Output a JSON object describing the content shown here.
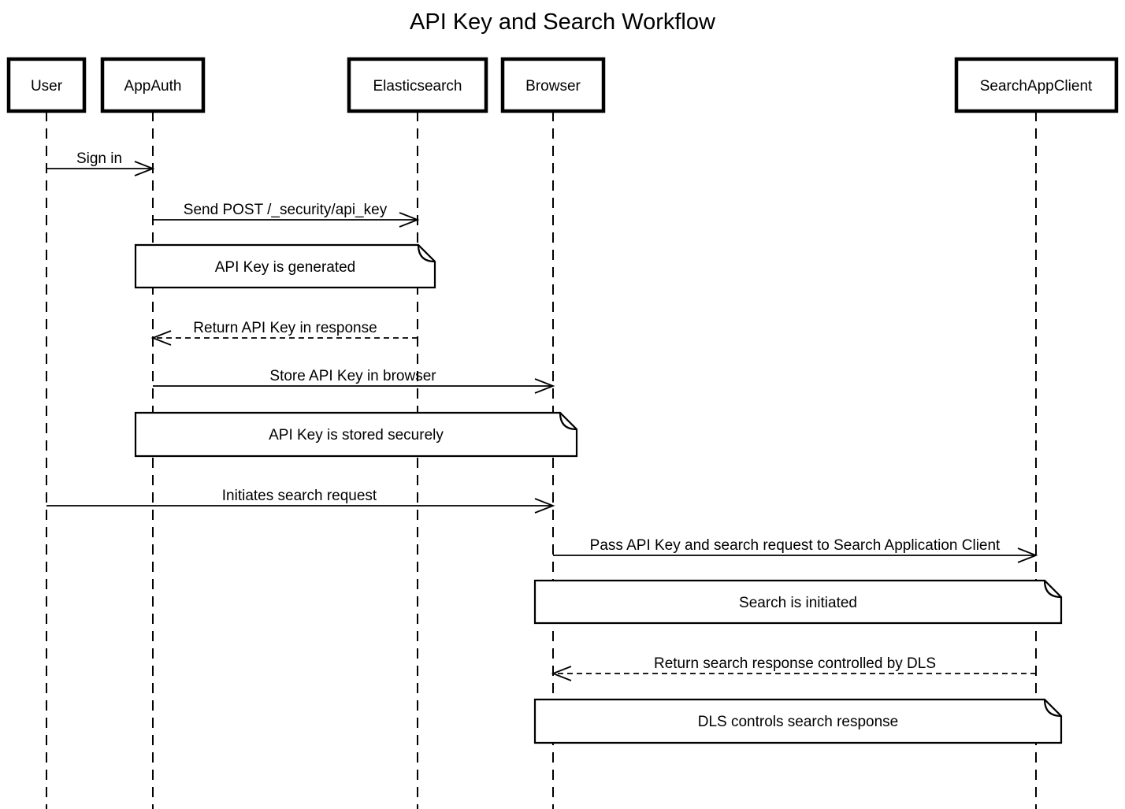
{
  "diagram": {
    "title": "API Key and Search Workflow",
    "participants": [
      {
        "id": "user",
        "label": "User"
      },
      {
        "id": "appauth",
        "label": "AppAuth"
      },
      {
        "id": "elasticsearch",
        "label": "Elasticsearch"
      },
      {
        "id": "browser",
        "label": "Browser"
      },
      {
        "id": "searchappclient",
        "label": "SearchAppClient"
      }
    ],
    "messages": [
      {
        "from": "User",
        "to": "AppAuth",
        "label": "Sign in",
        "line_style": "solid"
      },
      {
        "from": "AppAuth",
        "to": "Elasticsearch",
        "label": "Send POST /_security/api_key",
        "line_style": "solid"
      },
      {
        "from": "Elasticsearch",
        "to": "AppAuth",
        "label": "Return API Key in response",
        "line_style": "dashed"
      },
      {
        "from": "AppAuth",
        "to": "Browser",
        "label": "Store API Key in browser",
        "line_style": "solid"
      },
      {
        "from": "User",
        "to": "Browser",
        "label": "Initiates search request",
        "line_style": "solid"
      },
      {
        "from": "Browser",
        "to": "SearchAppClient",
        "label": "Pass API Key and search request to Search Application Client",
        "line_style": "solid"
      },
      {
        "from": "SearchAppClient",
        "to": "Browser",
        "label": "Return search response controlled by DLS",
        "line_style": "dashed"
      }
    ],
    "notes": [
      {
        "label": "API Key is generated",
        "over": "AppAuth, Elasticsearch"
      },
      {
        "label": "API Key is stored securely",
        "over": "AppAuth, Browser"
      },
      {
        "label": "Search is initiated",
        "over": "Browser, SearchAppClient"
      },
      {
        "label": "DLS controls search response",
        "over": "Browser, SearchAppClient"
      }
    ],
    "colors": {
      "line": "#000000",
      "fill": "#ffffff",
      "text": "#000000",
      "background": "#ffffff"
    }
  }
}
